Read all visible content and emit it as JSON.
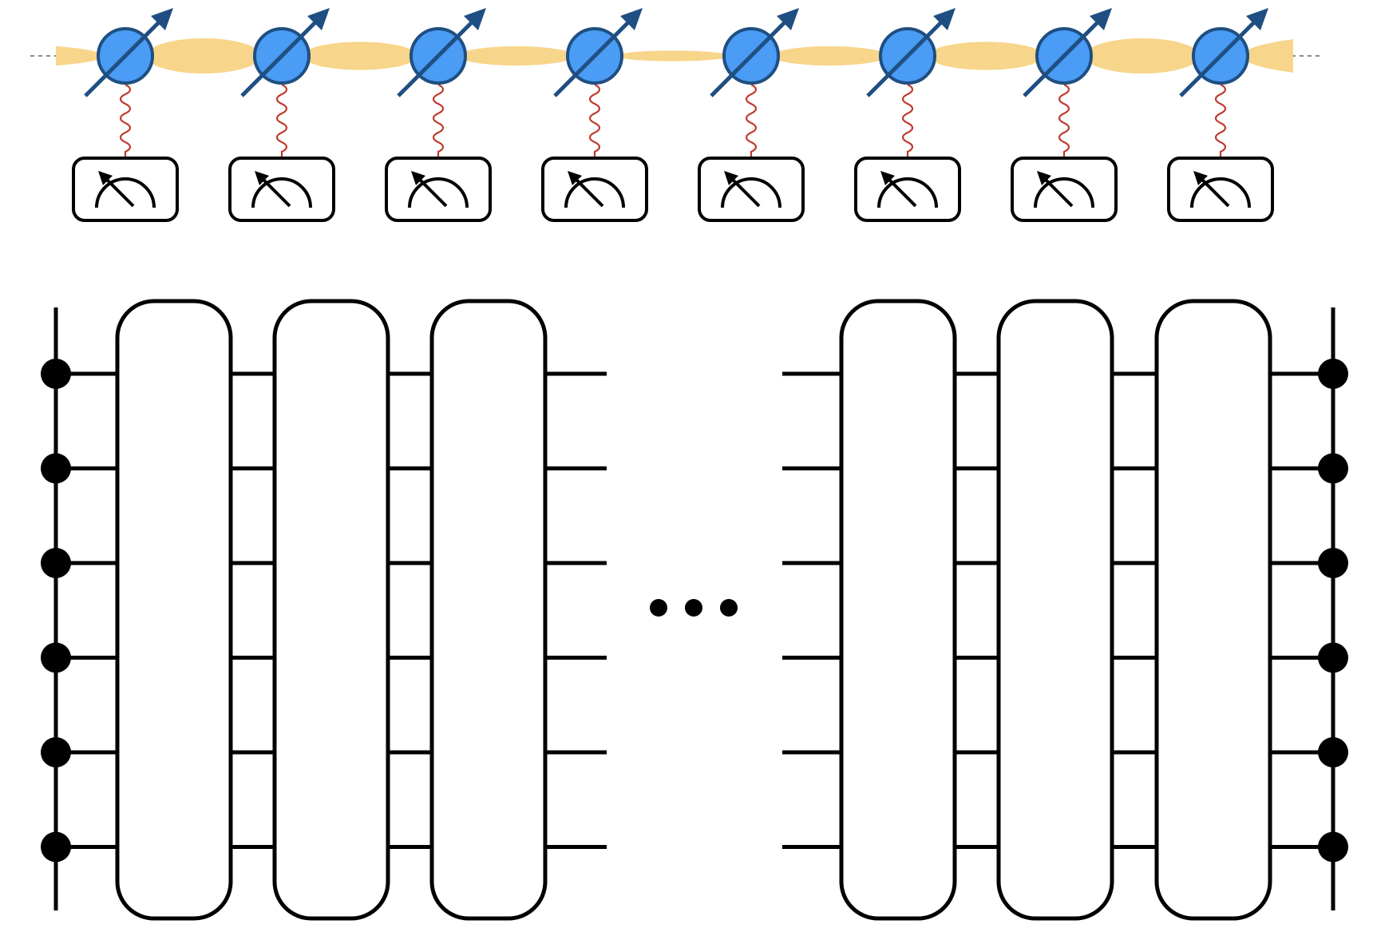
{
  "diagram": {
    "spin_chain": {
      "spin_count": 8,
      "colors": {
        "spin_fill": "#4a9cf5",
        "spin_stroke": "#1f4f82",
        "bond_fill": "#f7d58a",
        "axis_line": "#8a8a8a",
        "coupling_wire": "#c0392b"
      },
      "bond_strengths": [
        0.55,
        1.0,
        0.8,
        0.55,
        0.3,
        0.55,
        0.8,
        1.0,
        0.55,
        0.95
      ],
      "measurement_icon": "meter-icon"
    },
    "circuit": {
      "wire_count": 6,
      "left_gate_count": 3,
      "right_gate_count": 3,
      "ellipsis_dots": 3,
      "colors": {
        "stroke": "#000000",
        "gate_fill": "#ffffff",
        "node_fill": "#000000"
      }
    }
  }
}
